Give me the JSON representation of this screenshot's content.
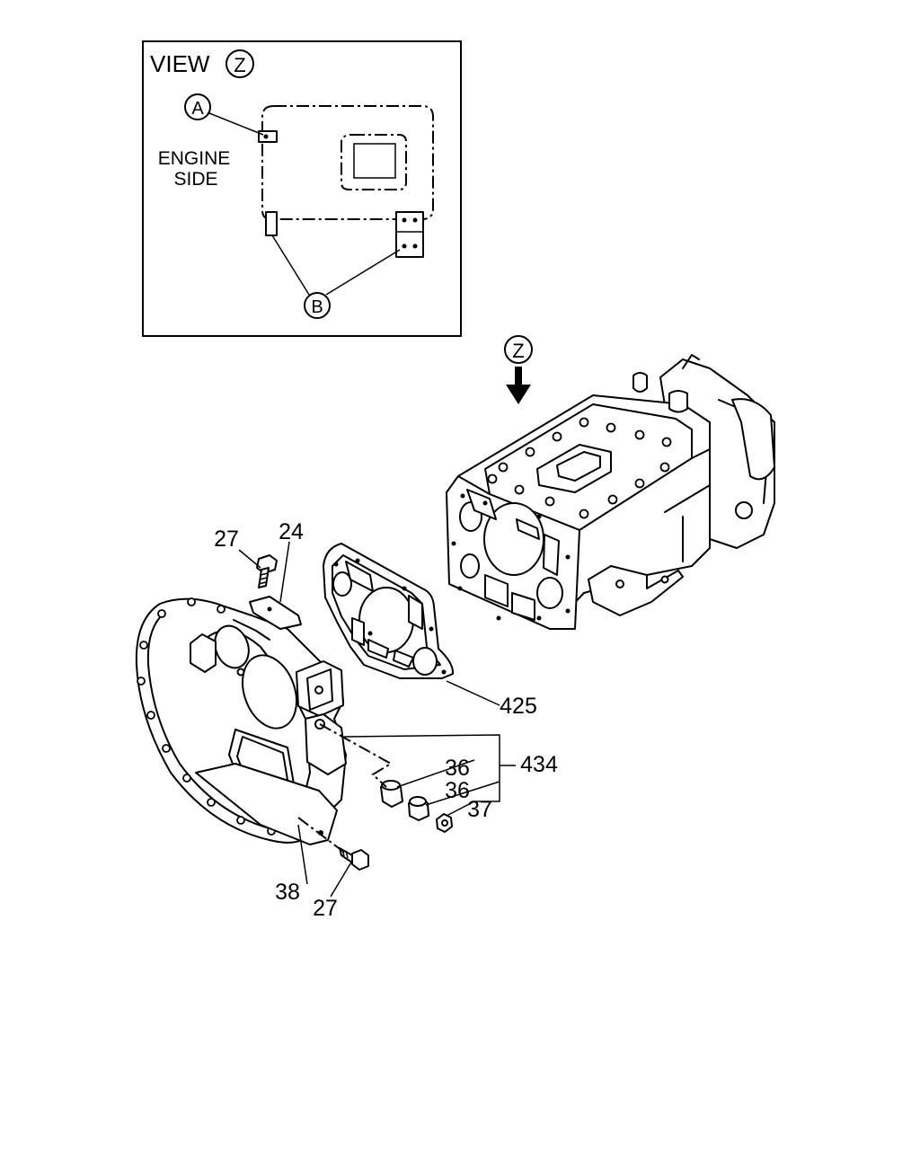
{
  "view_inset": {
    "title": "VIEW",
    "view_marker": "Z",
    "engine_side_line1": "ENGINE",
    "engine_side_line2": "SIDE",
    "marker_a": "A",
    "marker_b": "B"
  },
  "view_arrow_marker": "Z",
  "part_labels": {
    "p27_top": "27",
    "p24": "24",
    "p425": "425",
    "p434": "434",
    "p36_a": "36",
    "p36_b": "36",
    "p37": "37",
    "p38": "38",
    "p27_bottom": "27"
  }
}
